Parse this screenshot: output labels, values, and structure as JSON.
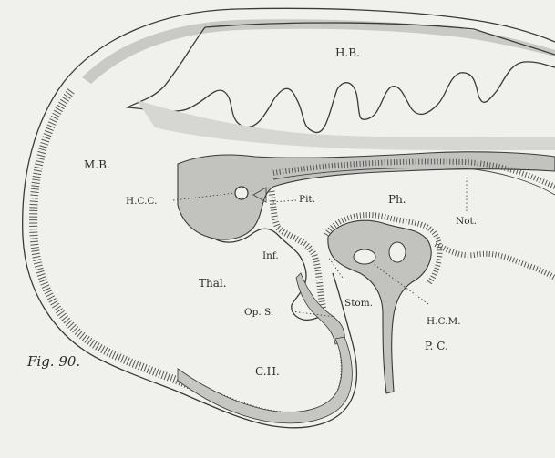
{
  "figure": {
    "caption": "Fig. 90.",
    "labels": {
      "hb": "H.B.",
      "mb": "M.B.",
      "hcc": "H.C.C.",
      "pit": "Pit.",
      "ph": "Ph.",
      "not": "Not.",
      "inf": "Inf.",
      "thal": "Thal.",
      "stom": "Stom.",
      "ops": "Op. S.",
      "hcm": "H.C.M.",
      "pc": "P. C.",
      "ch": "C.H."
    }
  }
}
